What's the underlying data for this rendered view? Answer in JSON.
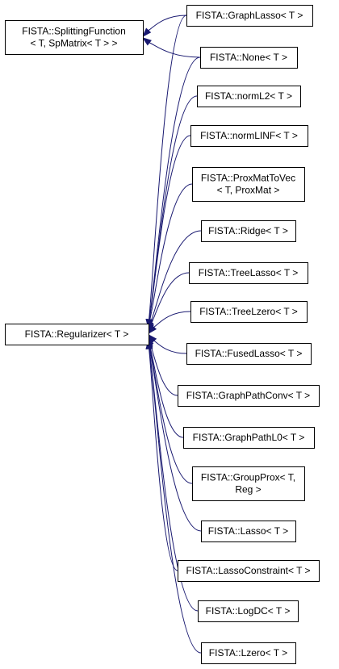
{
  "diagram": {
    "type": "class-inheritance-graph",
    "edge_color": "#191970",
    "bases": [
      {
        "id": "regularizer",
        "lines": [
          "FISTA::Regularizer< T >"
        ]
      },
      {
        "id": "splitting",
        "lines": [
          "FISTA::SplittingFunction",
          "< T, SpMatrix< T > >"
        ]
      }
    ],
    "derived": [
      {
        "id": "graphlasso",
        "lines": [
          "FISTA::GraphLasso< T >"
        ]
      },
      {
        "id": "none",
        "lines": [
          "FISTA::None< T >"
        ]
      },
      {
        "id": "norml2",
        "lines": [
          "FISTA::normL2< T >"
        ]
      },
      {
        "id": "normlinf",
        "lines": [
          "FISTA::normLINF< T >"
        ]
      },
      {
        "id": "proxmattovec",
        "lines": [
          "FISTA::ProxMatToVec",
          "< T, ProxMat >"
        ]
      },
      {
        "id": "ridge",
        "lines": [
          "FISTA::Ridge< T >"
        ]
      },
      {
        "id": "treelasso",
        "lines": [
          "FISTA::TreeLasso< T >"
        ]
      },
      {
        "id": "treelzero",
        "lines": [
          "FISTA::TreeLzero< T >"
        ]
      },
      {
        "id": "fusedlasso",
        "lines": [
          "FISTA::FusedLasso< T >"
        ]
      },
      {
        "id": "graphpathconv",
        "lines": [
          "FISTA::GraphPathConv< T >"
        ]
      },
      {
        "id": "graphpathl0",
        "lines": [
          "FISTA::GraphPathL0< T >"
        ]
      },
      {
        "id": "groupprox",
        "lines": [
          "FISTA::GroupProx< T,",
          "Reg >"
        ]
      },
      {
        "id": "lasso",
        "lines": [
          "FISTA::Lasso< T >"
        ]
      },
      {
        "id": "lassoconstraint",
        "lines": [
          "FISTA::LassoConstraint< T >"
        ]
      },
      {
        "id": "logdc",
        "lines": [
          "FISTA::LogDC< T >"
        ]
      },
      {
        "id": "lzero",
        "lines": [
          "FISTA::Lzero< T >"
        ]
      }
    ],
    "edges": [
      {
        "from": "graphlasso",
        "to": "splitting"
      },
      {
        "from": "none",
        "to": "splitting"
      },
      {
        "from": "graphlasso",
        "to": "regularizer"
      },
      {
        "from": "none",
        "to": "regularizer"
      },
      {
        "from": "norml2",
        "to": "regularizer"
      },
      {
        "from": "normlinf",
        "to": "regularizer"
      },
      {
        "from": "proxmattovec",
        "to": "regularizer"
      },
      {
        "from": "ridge",
        "to": "regularizer"
      },
      {
        "from": "treelasso",
        "to": "regularizer"
      },
      {
        "from": "treelzero",
        "to": "regularizer"
      },
      {
        "from": "fusedlasso",
        "to": "regularizer"
      },
      {
        "from": "graphpathconv",
        "to": "regularizer"
      },
      {
        "from": "graphpathl0",
        "to": "regularizer"
      },
      {
        "from": "groupprox",
        "to": "regularizer"
      },
      {
        "from": "lasso",
        "to": "regularizer"
      },
      {
        "from": "lassoconstraint",
        "to": "regularizer"
      },
      {
        "from": "logdc",
        "to": "regularizer"
      },
      {
        "from": "lzero",
        "to": "regularizer"
      }
    ]
  }
}
